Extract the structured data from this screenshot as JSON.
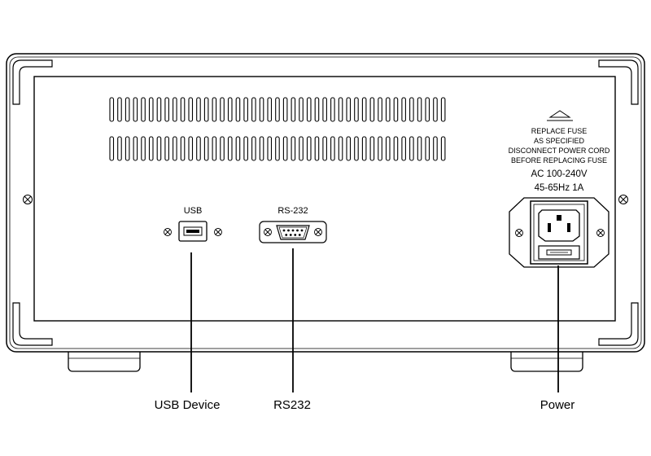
{
  "panel": {
    "usb_port_label": "USB",
    "rs232_port_label": "RS-232",
    "fuse_warning": [
      "REPLACE FUSE",
      "AS SPECIFIED",
      "DISCONNECT POWER CORD",
      "BEFORE REPLACING FUSE"
    ],
    "power_rating": [
      "AC 100-240V",
      "45-65Hz 1A"
    ]
  },
  "callouts": {
    "usb": "USB Device",
    "rs232": "RS232",
    "power": "Power"
  }
}
